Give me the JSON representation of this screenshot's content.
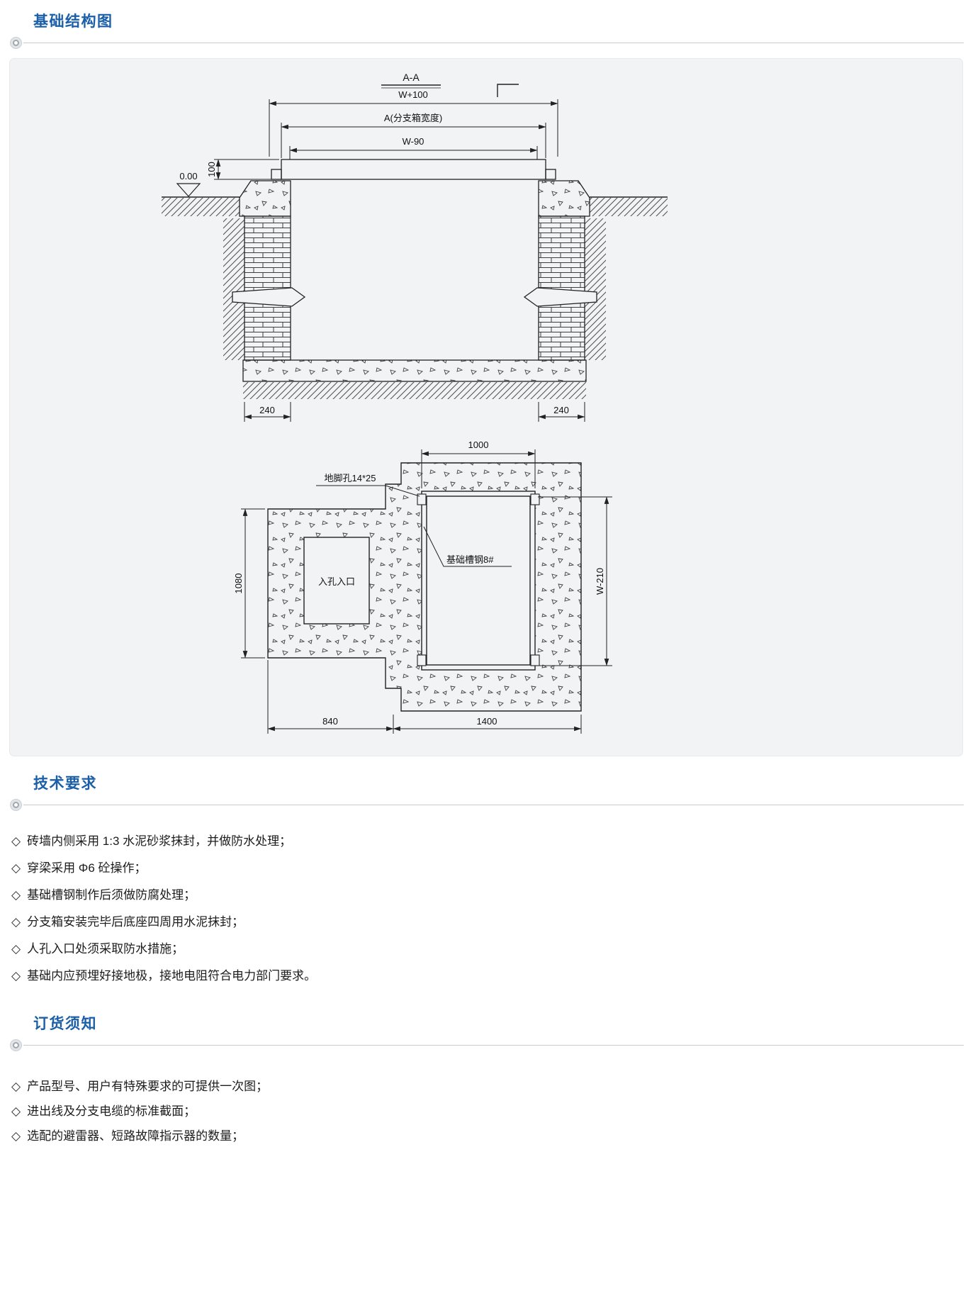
{
  "theme": {
    "accent": "#1a5fa8",
    "panel_bg": "#f1f3f4",
    "rule": "#c6cbd0"
  },
  "bullet": "◇",
  "sections": {
    "foundation": {
      "title": "基础结构图"
    },
    "technical": {
      "title": "技术要求",
      "items": [
        "砖墙内侧采用 1:3 水泥砂浆抹封，并做防水处理；",
        "穿梁采用 Φ6 砼操作；",
        "基础槽钢制作后须做防腐处理；",
        "分支箱安装完毕后底座四周用水泥抹封；",
        "人孔入口处须采取防水措施；",
        "基础内应预埋好接地极，接地电阻符合电力部门要求。"
      ]
    },
    "ordering": {
      "title": "订货须知",
      "items": [
        "产品型号、用户有特殊要求的可提供一次图；",
        "进出线及分支电缆的标准截面；",
        "选配的避雷器、短路故障指示器的数量；"
      ]
    }
  },
  "diagram": {
    "section": {
      "title": "A-A",
      "dim_w100": "W+100",
      "dim_a": "A(分支箱宽度)",
      "dim_w90": "W-90",
      "dim_100": "100",
      "level": "0.00",
      "dim_240_left": "240",
      "dim_240_right": "240"
    },
    "plan": {
      "dim_1000": "1000",
      "label_anchor": "地脚孔14*25",
      "label_channel": "基础槽钢8#",
      "label_manhole": "入孔入口",
      "dim_1080": "1080",
      "dim_w210": "W-210",
      "dim_840": "840",
      "dim_1400": "1400"
    }
  }
}
